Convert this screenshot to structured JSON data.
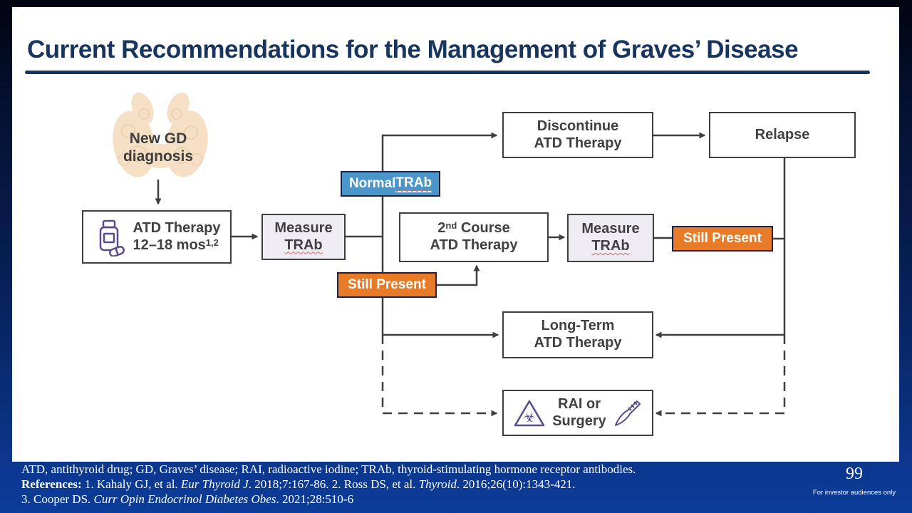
{
  "slide": {
    "title": "Current Recommendations for the Management of Graves’ Disease",
    "page_number": "99",
    "audience_note": "For investor audiences only"
  },
  "flowchart": {
    "new_gd": {
      "line1": "New GD",
      "line2": "diagnosis"
    },
    "atd": {
      "line1": "ATD Therapy",
      "line2": "12–18 mos",
      "sup": "1,2"
    },
    "measure1": {
      "line1": "Measure",
      "line2": "TRAb"
    },
    "normal_trab": {
      "pre": "Normal ",
      "word": "TRAb"
    },
    "still_present1": {
      "label": "Still Present"
    },
    "second_course": {
      "num": "2",
      "sup": "nd",
      "rest": " Course",
      "line2": "ATD Therapy"
    },
    "measure2": {
      "line1": "Measure",
      "line2": "TRAb"
    },
    "still_present2": {
      "label": "Still Present"
    },
    "discontinue": {
      "line1": "Discontinue",
      "line2": "ATD Therapy"
    },
    "relapse": {
      "label": "Relapse"
    },
    "long_term": {
      "line1": "Long-Term",
      "line2": "ATD Therapy"
    },
    "rai_surgery": {
      "line1": "RAI or",
      "line2": "Surgery"
    },
    "icons": {
      "biohazard_glyph": "☣"
    }
  },
  "footer": {
    "abbreviations": "ATD, antithyroid drug; GD, Graves’ disease; RAI, radioactive iodine; TRAb, thyroid-stimulating hormone receptor antibodies.",
    "references": {
      "label": "References:",
      "r1_pre": " 1. Kahaly GJ, et al. ",
      "r1_journal": "Eur Thyroid J",
      "r1_post": ". 2018;7:167-86. 2. Ross DS, et al. ",
      "r2_journal": "Thyroid",
      "r2_post": ". 2016;26(10):1343-421.",
      "r3_pre": "3. Cooper DS. ",
      "r3_journal": "Curr Opin Endocrinol Diabetes Obes",
      "r3_post": ". 2021;28:510-6"
    }
  },
  "colors": {
    "title_navy": "#17355e",
    "tag_blue": "#4a96ca",
    "tag_orange": "#e87b27",
    "icon_purple": "#5c4a8c",
    "box_border": "#3f3f3f",
    "box_text": "#404040",
    "lavender_fill": "#f0ecf4",
    "background_bottom": "#0c3d9b"
  }
}
